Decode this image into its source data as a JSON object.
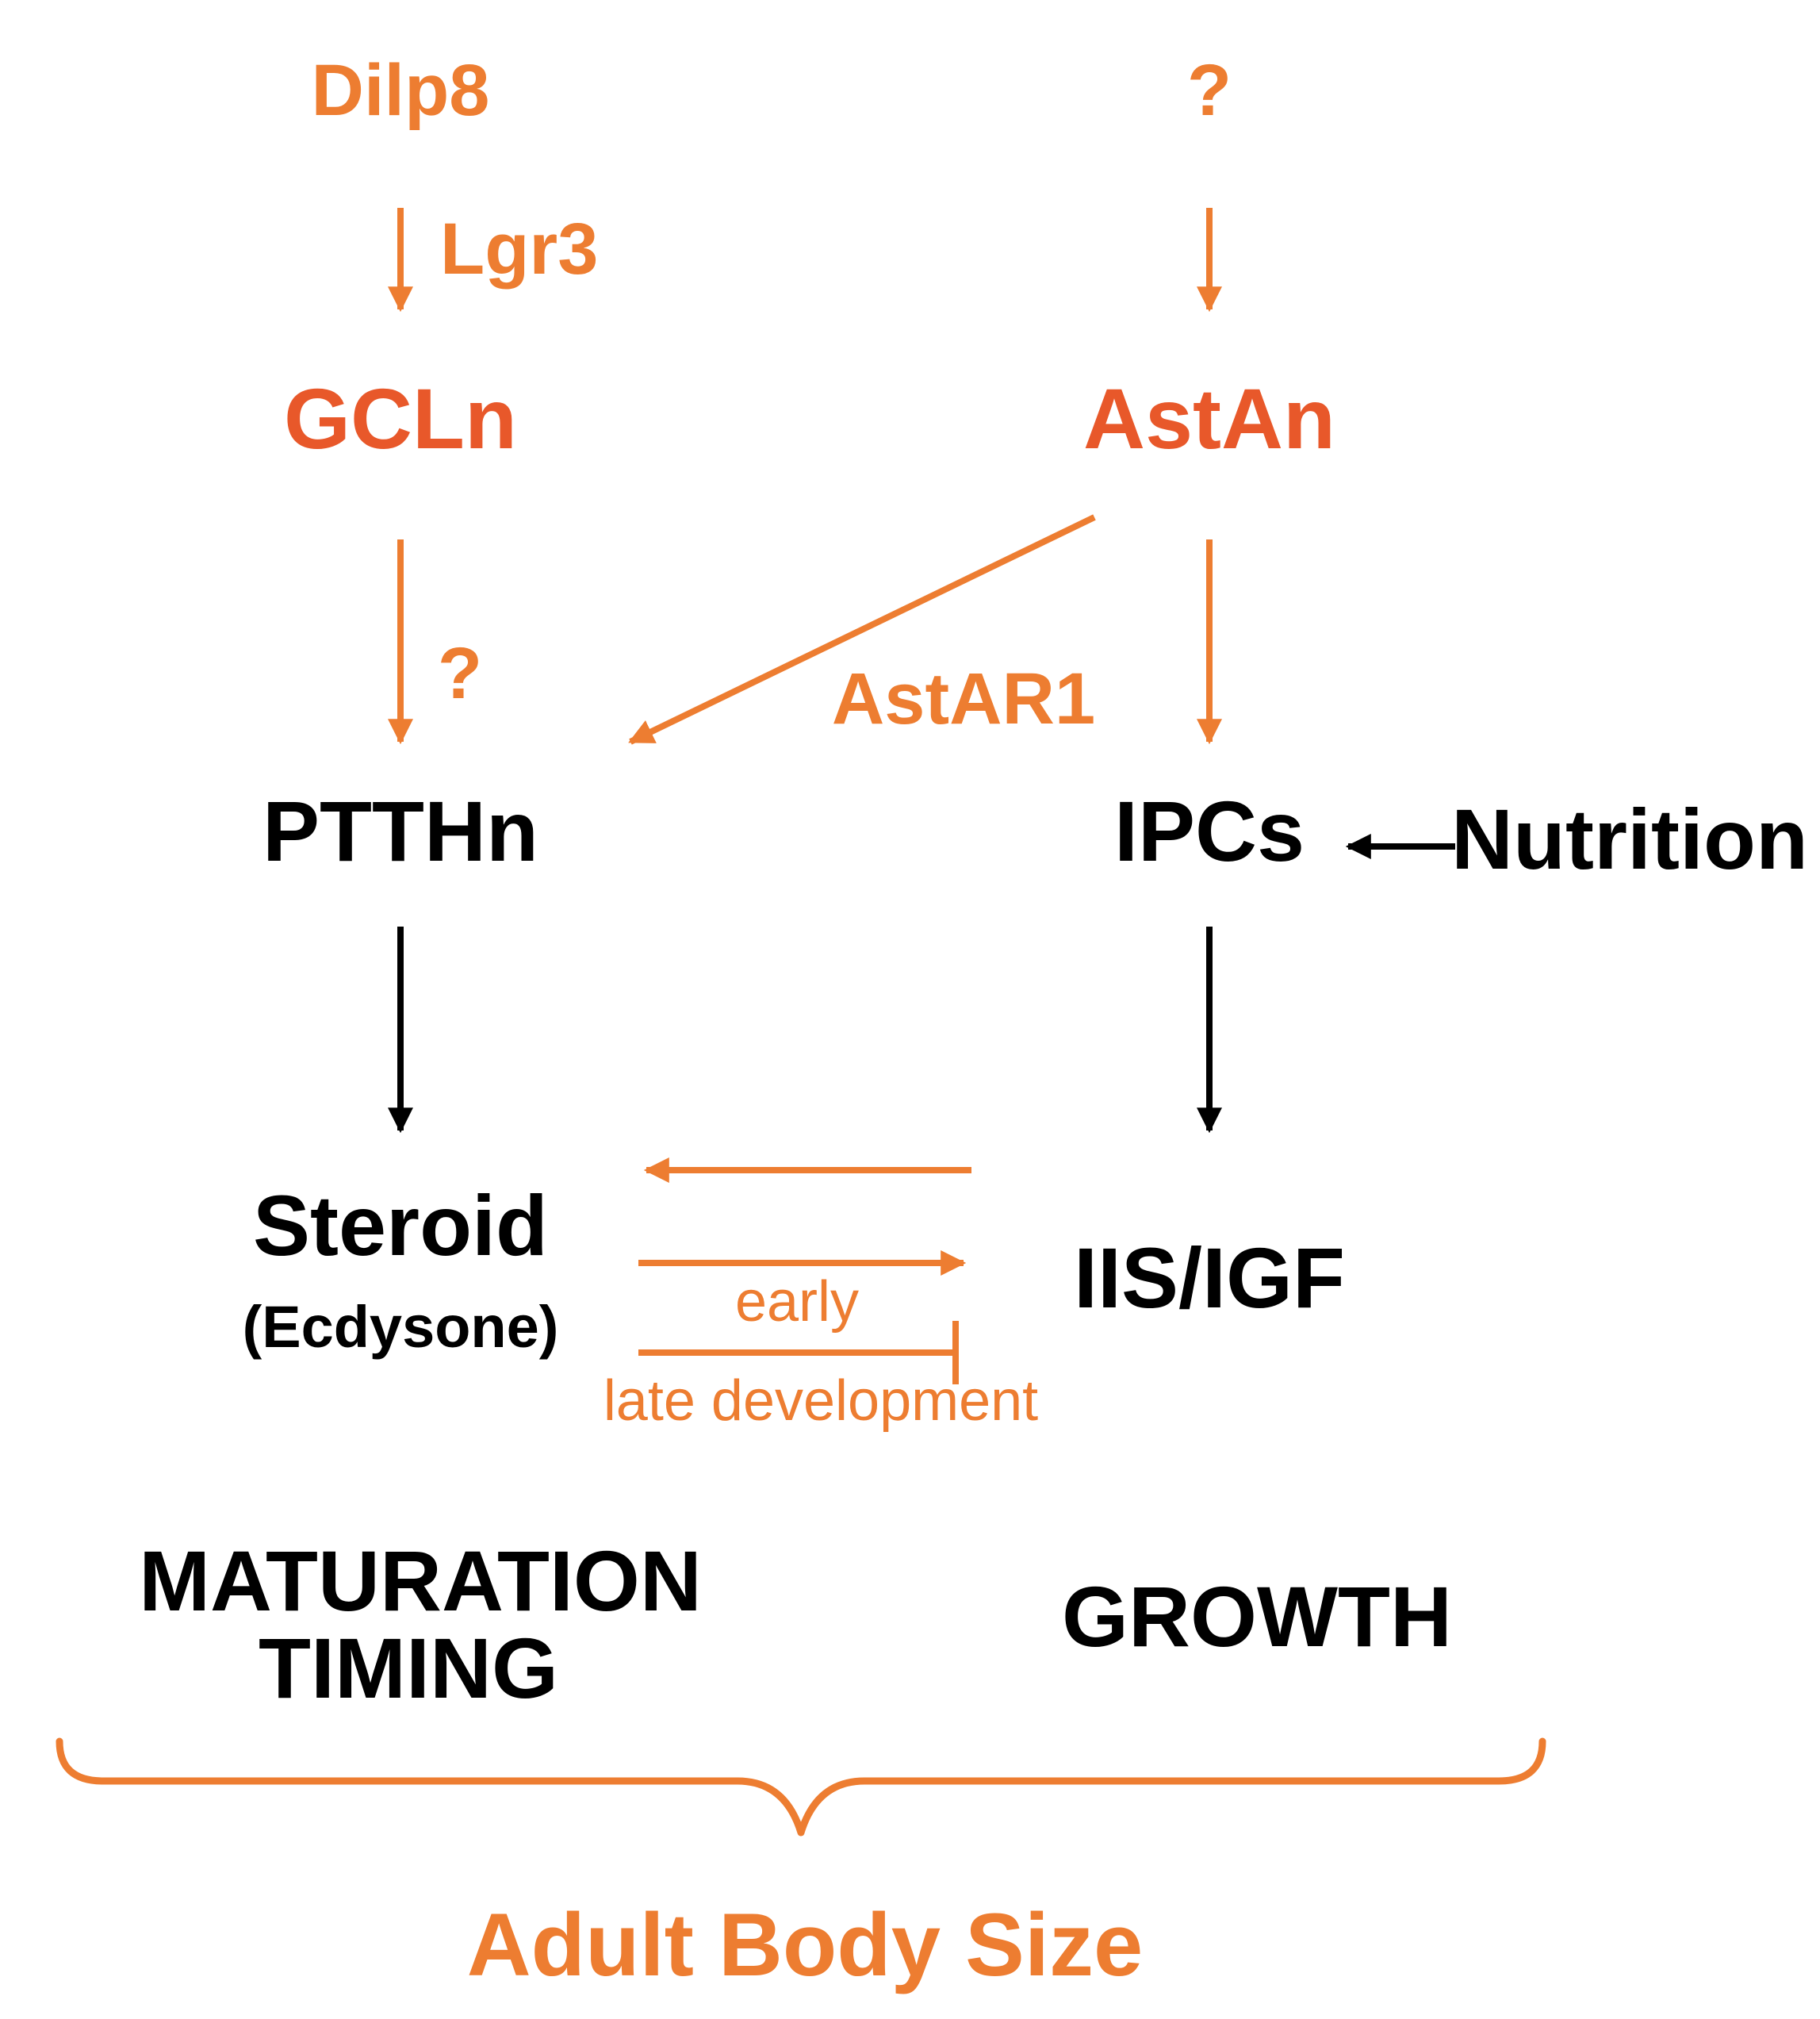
{
  "colors": {
    "accent_orange": "#ED7D31",
    "accent_red_orange": "#E8582A",
    "text_black": "#000000",
    "background": "#ffffff"
  },
  "nodes": {
    "dilp8": "Dilp8",
    "unknown_top": "?",
    "lgr3": "Lgr3",
    "gcln": "GCLn",
    "astan": "AstAn",
    "unknown_mid": "?",
    "astar1": "AstAR1",
    "ptthn": "PTTHn",
    "ipcs": "IPCs",
    "nutrition": "Nutrition",
    "steroid": "Steroid",
    "ecdysone": "(Ecdysone)",
    "iis_igf": "IIS/IGF",
    "early": "early",
    "late_development": "late development",
    "maturation": "MATURATION",
    "timing": "TIMING",
    "growth": "GROWTH",
    "outcome": "Adult Body Size"
  }
}
